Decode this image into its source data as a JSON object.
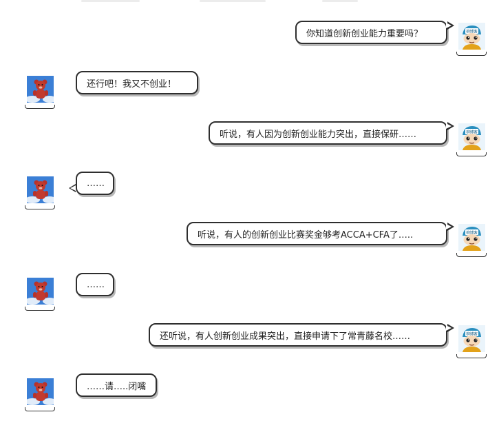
{
  "messages": [
    {
      "side": "right",
      "text": "你知道创新创业能力重要吗？",
      "tail": true
    },
    {
      "side": "left",
      "text": "还行吧！我又不创业！",
      "tail": false
    },
    {
      "side": "right",
      "text": "听说，有人因为创新创业能力突出，直接保研……",
      "tail": true
    },
    {
      "side": "left",
      "text": "……",
      "tail": true
    },
    {
      "side": "right",
      "text": "听说，有人的创新创业比赛奖金够考ACCA+CFA了…..",
      "tail": true
    },
    {
      "side": "left",
      "text": "……",
      "tail": false
    },
    {
      "side": "right",
      "text": "还听说，有人创新创业成果突出，直接申请下了常青藤名校……",
      "tail": true
    },
    {
      "side": "left",
      "text": "……请…..闭嘴",
      "tail": false
    }
  ],
  "avatars": {
    "me": {
      "icon": "cartoon-boy-cap-avatar-icon",
      "cap_text": "柳博客",
      "cap_color": "#2a8fbf"
    },
    "friend": {
      "icon": "red-teddy-bear-sky-avatar-icon",
      "sky_color": "#3b7fd6",
      "bear_color": "#c23a2e"
    }
  },
  "colors": {
    "bubble_border": "#2e2e2e",
    "shadow": "#b8b8b8",
    "text": "#222222"
  }
}
